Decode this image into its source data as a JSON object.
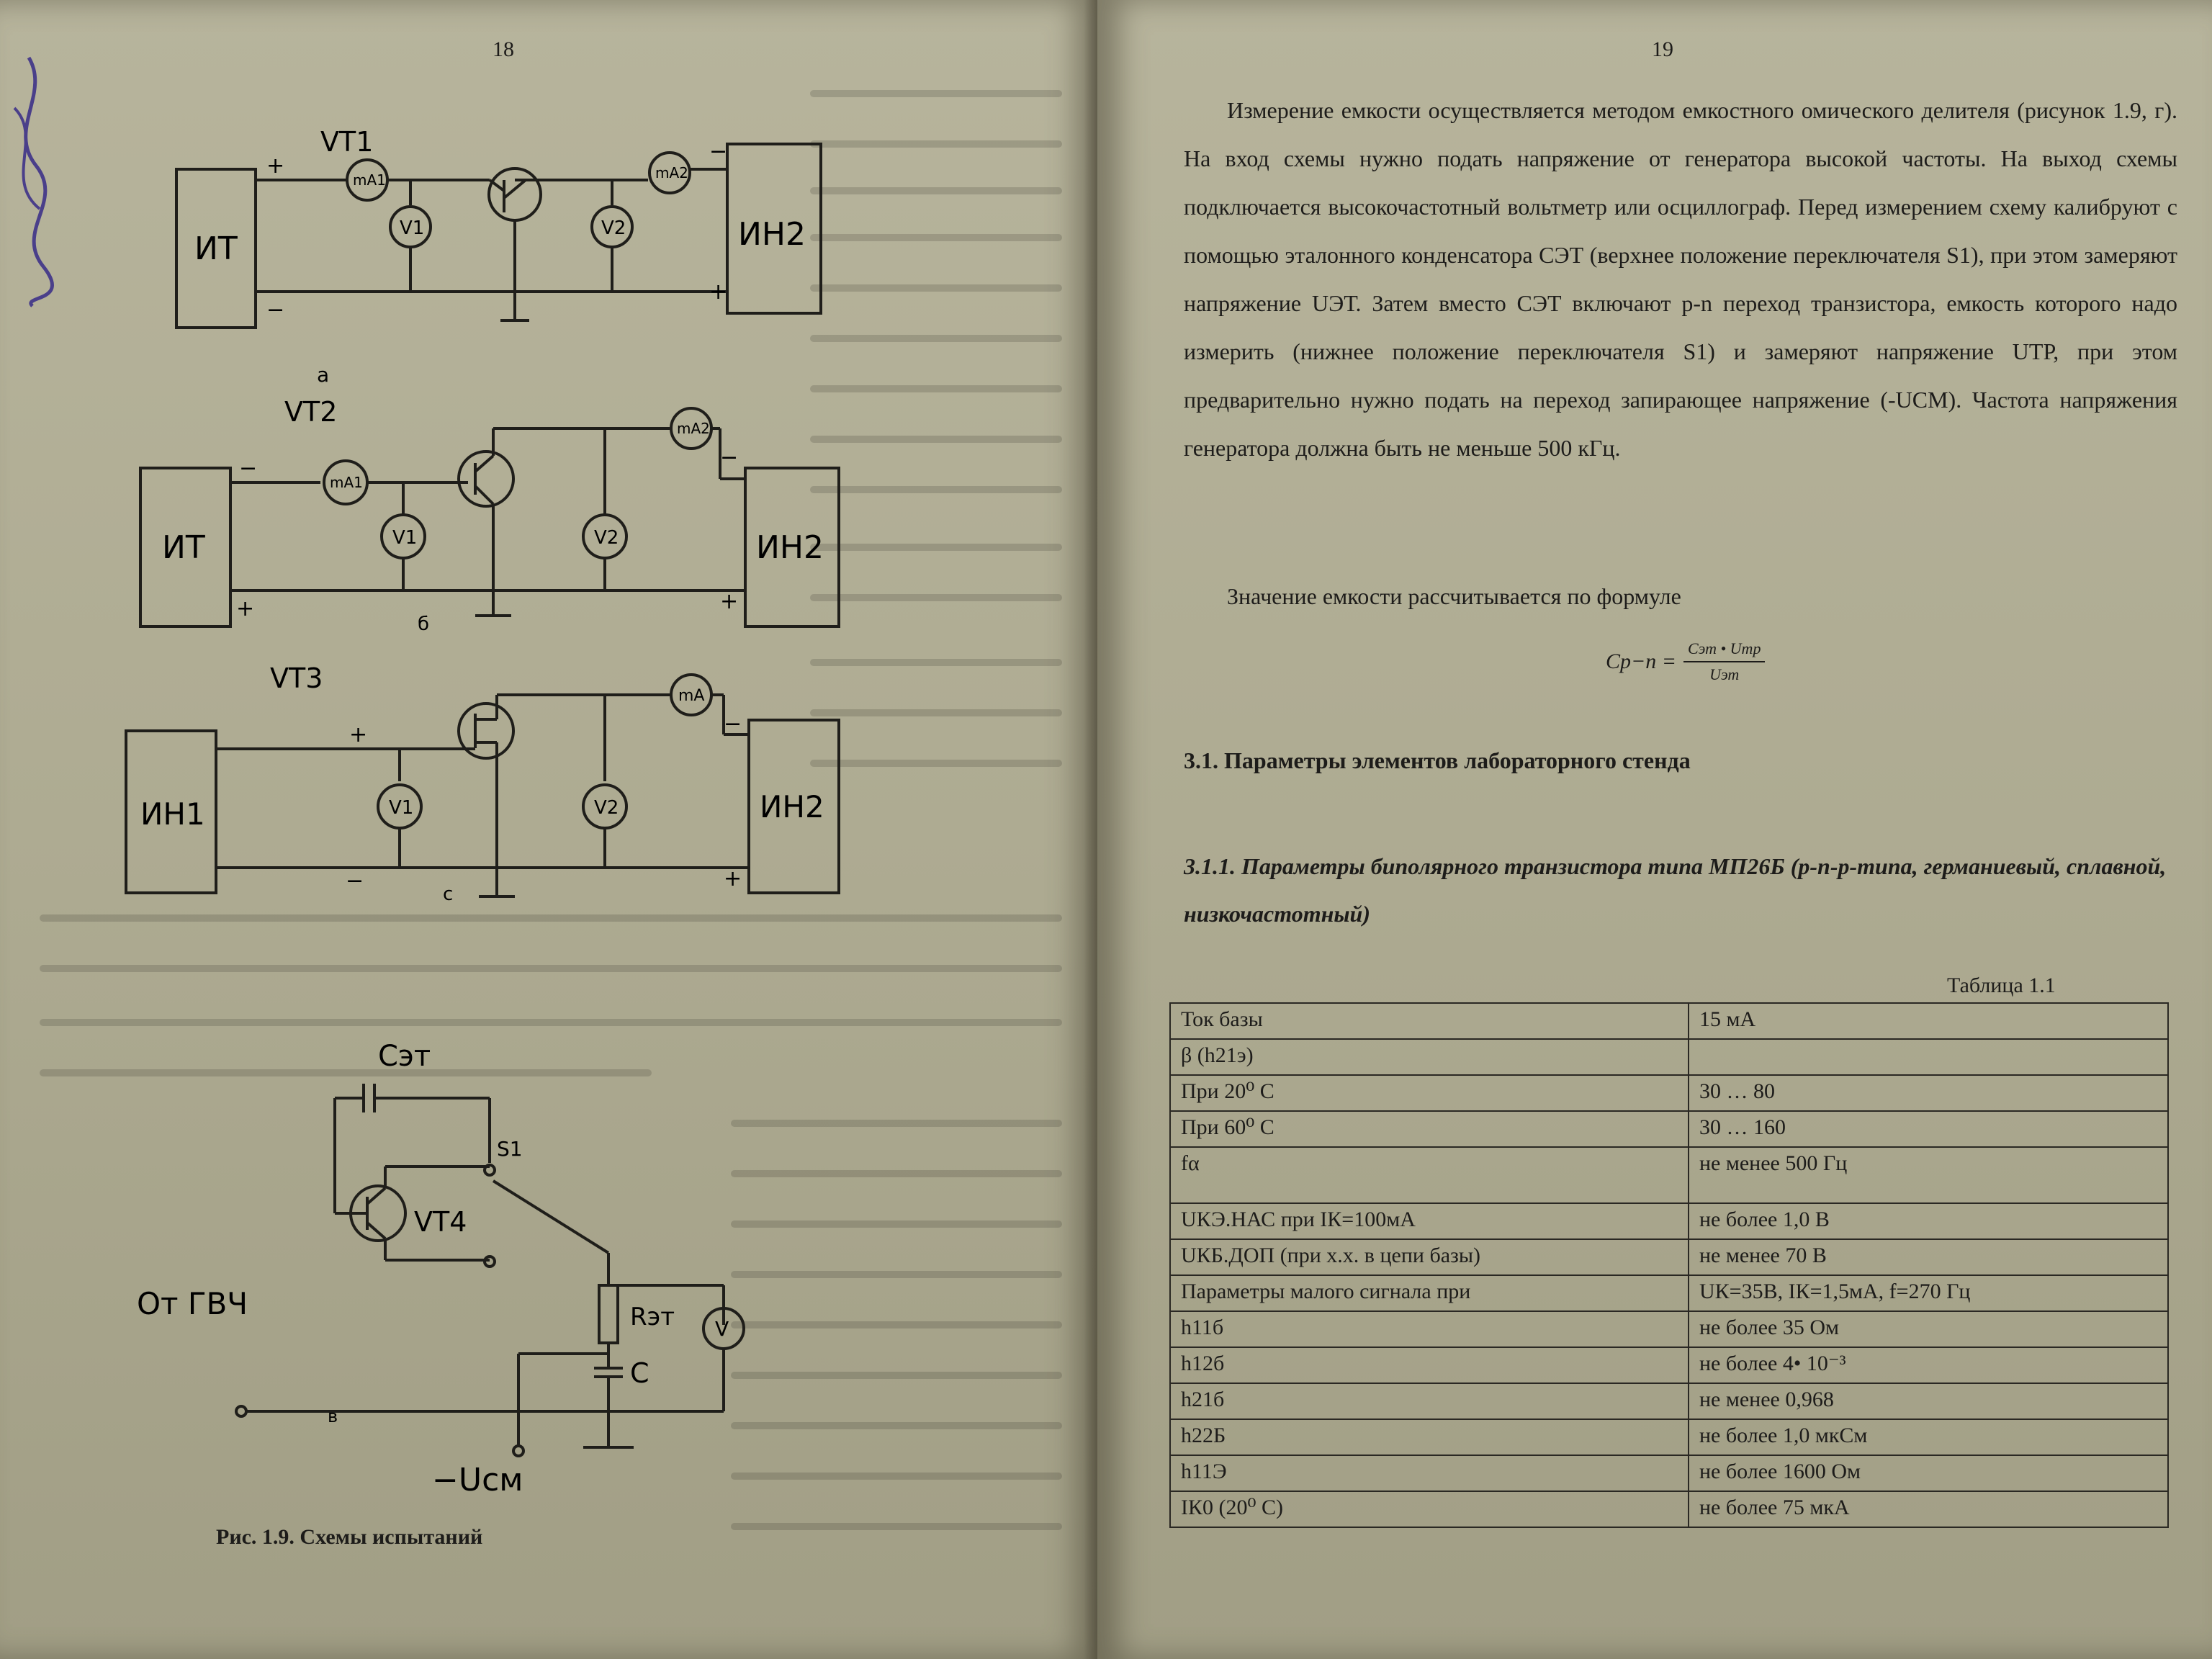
{
  "left_page": {
    "page_number": "18",
    "schematics": [
      {
        "title": "VT1",
        "source_box": "ИТ",
        "load_box": "ИН2",
        "meter1": "mA1",
        "meter2": "mA2",
        "volt1": "V1",
        "volt2": "V2",
        "sublabel": "а",
        "polarity": {
          "left_top": "+",
          "left_bottom": "−",
          "right_top": "−",
          "right_bottom": "+"
        }
      },
      {
        "title": "VT2",
        "source_box": "ИТ",
        "load_box": "ИН2",
        "meter1": "mA1",
        "meter2": "mA2",
        "volt1": "V1",
        "volt2": "V2",
        "sublabel": "б",
        "polarity": {
          "left_top": "−",
          "left_bottom": "+",
          "right_top": "−",
          "right_bottom": "+"
        }
      },
      {
        "title": "VT3",
        "source_box": "ИН1",
        "load_box": "ИН2",
        "meter2": "mA",
        "volt1": "V1",
        "volt2": "V2",
        "sublabel": "с",
        "polarity": {
          "left_top": "+",
          "left_bottom": "−",
          "right_top": "−",
          "right_bottom": "+"
        }
      },
      {
        "title": "VT4",
        "cap_label": "Сэт",
        "switch_label": "S1",
        "resistor_label": "Rэт",
        "cap2_label": "С",
        "volt": "V",
        "input_label": "От ГВЧ",
        "bias_label": "−Uсм",
        "sublabel": "в"
      }
    ],
    "figure_caption": "Рис. 1.9. Схемы испытаний"
  },
  "right_page": {
    "page_number": "19",
    "paragraph1": "Измерение емкости осуществляется методом емкостного омического делителя (рисунок 1.9, г). На вход схемы нужно подать напряжение от генератора высокой частоты. На выход схемы подключается высокочастотный вольтметр или осциллограф. Перед измерением схему калибруют с помощью эталонного конденсатора CЭТ (верхнее положение переключателя S1), при этом замеряют напряжение UЭТ. Затем вместо CЭТ включают p-n переход транзистора, емкость которого надо измерить (нижнее положение переключателя S1) и замеряют напряжение UТР, при этом предварительно нужно подать на переход запирающее напряжение (-UСМ). Частота напряжения генератора должна быть не меньше 500 кГц.",
    "formula_intro": "Значение емкости рассчитывается по формуле",
    "formula": {
      "lhs": "Cp−n =",
      "numerator": "Cэт • Uтр",
      "denominator": "Uэт"
    },
    "section_heading": "3.1. Параметры элементов лабораторного стенда",
    "subsection_heading": "3.1.1. Параметры биполярного транзистора типа МП26Б (p-n-p-типа, германиевый, сплавной, низкочастотный)",
    "table_caption": "Таблица 1.1",
    "table_rows": [
      [
        "Ток базы",
        "15 мА"
      ],
      [
        "β (h21э)",
        ""
      ],
      [
        "При 20⁰ С",
        "30 … 80"
      ],
      [
        "При 60⁰ С",
        "30 … 160"
      ],
      [
        "fα",
        "не менее 500 Гц"
      ],
      [
        "UКЭ.НАС при IК=100мА",
        "не более 1,0 В"
      ],
      [
        "UКБ.ДОП (при х.х. в цепи базы)",
        "не менее 70 В"
      ],
      [
        "Параметры малого сигнала при",
        "UК=35В, IК=1,5мА, f=270 Гц"
      ],
      [
        "h11б",
        "не более 35 Ом"
      ],
      [
        "h12б",
        "не более 4• 10⁻³"
      ],
      [
        "h21б",
        "не менее 0,968"
      ],
      [
        "h22Б",
        "не более 1,0 мкСм"
      ],
      [
        "h11Э",
        "не более 1600 Ом"
      ],
      [
        "IК0 (20⁰ С)",
        "не более 75 мкА"
      ]
    ]
  }
}
